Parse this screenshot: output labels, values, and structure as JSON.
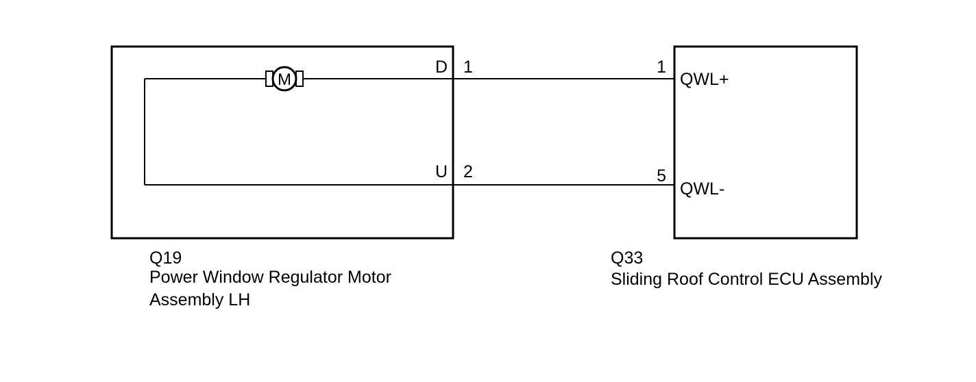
{
  "left_component": {
    "id": "Q19",
    "name_line1": "Power Window Regulator Motor",
    "name_line2": "Assembly LH",
    "motor_symbol": "M",
    "terminals": [
      {
        "name": "D",
        "pin": "1"
      },
      {
        "name": "U",
        "pin": "2"
      }
    ]
  },
  "right_component": {
    "id": "Q33",
    "name": "Sliding Roof Control ECU Assembly",
    "terminals": [
      {
        "name": "QWL+",
        "pin": "1"
      },
      {
        "name": "QWL-",
        "pin": "5"
      }
    ]
  },
  "colors": {
    "line": "#000000",
    "background": "#ffffff"
  }
}
